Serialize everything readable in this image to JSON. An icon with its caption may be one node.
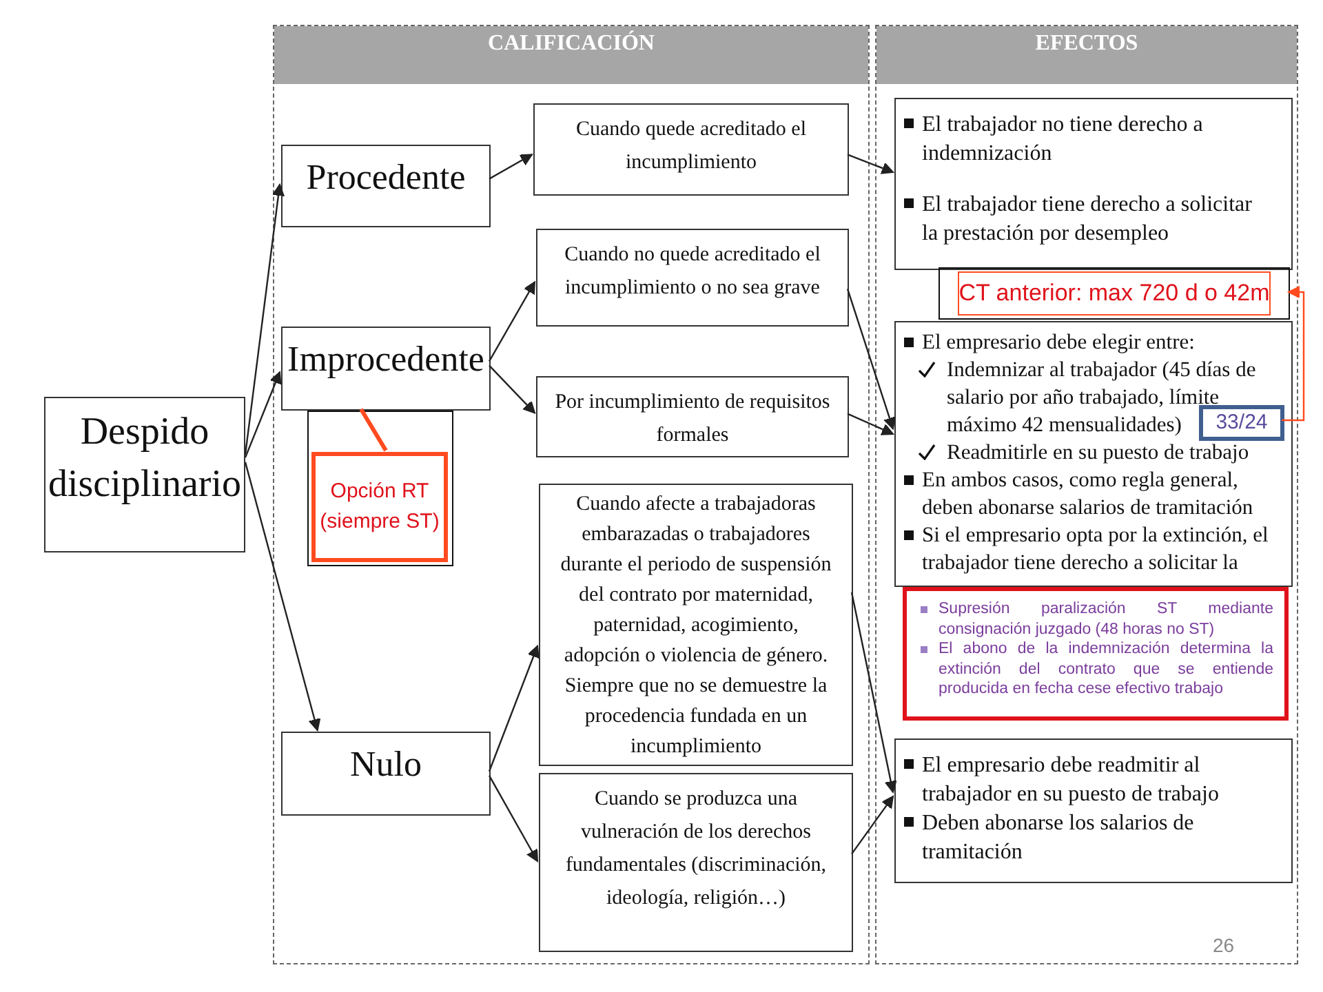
{
  "diagram": {
    "nodes": [
      {
        "text": [
          "CALIFICACIÓN"
        ]
      },
      {
        "text": [
          "EFECTOS"
        ]
      },
      {
        "text": [
          "Despido disciplinario"
        ]
      },
      {
        "text": [
          "Procedente"
        ],
        "in": 0
      },
      {
        "text": [
          "Improcedente"
        ],
        "in": 0
      },
      {
        "text": [
          "Opción RT (siempre ST)"
        ],
        "in": 0
      },
      {
        "text": [
          "Nulo"
        ],
        "in": 0
      },
      {
        "text": [
          "Cuando quede acreditado el incumplimiento"
        ],
        "in": 0
      },
      {
        "text": [
          "Cuando no quede acreditado el incumplimiento o no sea grave"
        ],
        "in": 0
      },
      {
        "text": [
          "Por incumplimiento de requisitos formales"
        ],
        "in": 0
      },
      {
        "text": [
          "Cuando afecte a trabajadoras embarazadas o trabajadores durante el periodo de suspensión del contrato por maternidad, paternidad, acogimiento, adopción o violencia de género. Siempre que no se demuestre la procedencia fundada en un incumplimiento"
        ],
        "in": 0
      },
      {
        "text": [
          "Cuando se produzca una vulneración de los derechos fundamentales (discriminación, ideología, religión…)"
        ],
        "in": 0
      },
      {
        "text": [
          "El trabajador no tiene derecho a indemnización",
          "El trabajador tiene derecho a solicitar la prestación por desempleo"
        ],
        "in": 1
      },
      {
        "text": [
          "CT anterior: max 720 d o 42m"
        ],
        "in": 1
      },
      {
        "text": [
          "El empresario debe elegir entre:",
          "Indemnizar al trabajador (45 días de salario por año trabajado, límite máximo 42 mensualidades)",
          "Readmitirle en su puesto de trabajo",
          "En ambos casos, como regla general, deben abonarse salarios de tramitación",
          "Si el empresario opta por la extinción, el trabajador tiene derecho a solicitar la"
        ],
        "in": 1
      },
      {
        "text": [
          "33/24"
        ],
        "in": 14
      },
      {
        "text": [
          "Supresión paralización ST mediante consignación juzgado (48 horas no ST)",
          "El abono de la indemnización determina la extinción del contrato que se entiende producida en fecha cese efectivo trabajo"
        ],
        "in": 1
      },
      {
        "text": [
          "El empresario debe readmitir al trabajador en su puesto de trabajo",
          "Deben abonarse los salarios de tramitación"
        ],
        "in": 1
      }
    ],
    "edges": [
      {
        "from": 2,
        "to": 3,
        "arrow": "to"
      },
      {
        "from": 2,
        "to": 4,
        "arrow": "to"
      },
      {
        "from": 2,
        "to": 6,
        "arrow": "to"
      },
      {
        "from": 3,
        "to": 7,
        "arrow": "to"
      },
      {
        "from": 4,
        "to": 8,
        "arrow": "to"
      },
      {
        "from": 4,
        "to": 9,
        "arrow": "to"
      },
      {
        "from": 6,
        "to": 10,
        "arrow": "to"
      },
      {
        "from": 6,
        "to": 11,
        "arrow": "to"
      },
      {
        "from": 7,
        "to": 12,
        "arrow": "to"
      },
      {
        "from": 8,
        "to": 14,
        "arrow": "to"
      },
      {
        "from": 9,
        "to": 14,
        "arrow": "to"
      },
      {
        "from": 10,
        "to": 17,
        "arrow": "to"
      },
      {
        "from": 11,
        "to": 17,
        "arrow": "to"
      },
      {
        "from": 5,
        "to": 4,
        "arrow": "none",
        "style": "thick",
        "color": "#ff4b1f"
      },
      {
        "from": 15,
        "to": 13,
        "arrow": "to",
        "color": "#ff4b1f"
      }
    ],
    "labels": [
      "26"
    ]
  }
}
